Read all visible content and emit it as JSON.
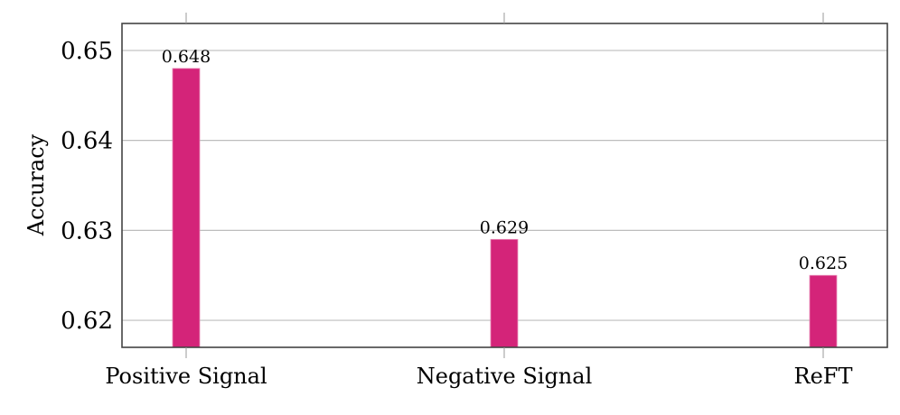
{
  "chart_data": {
    "type": "bar",
    "title": "",
    "xlabel": "",
    "ylabel": "Accuracy",
    "categories": [
      "Positive Signal",
      "Negative Signal",
      "ReFT"
    ],
    "values": [
      0.648,
      0.629,
      0.625
    ],
    "value_labels": [
      "0.648",
      "0.629",
      "0.625"
    ],
    "ylim": [
      0.617,
      0.653
    ],
    "yticks": [
      0.62,
      0.63,
      0.64,
      0.65
    ],
    "ytick_labels": [
      "0.62",
      "0.63",
      "0.64",
      "0.65"
    ],
    "grid": "horizontal",
    "legend": null,
    "bar_color": "#d42479"
  }
}
